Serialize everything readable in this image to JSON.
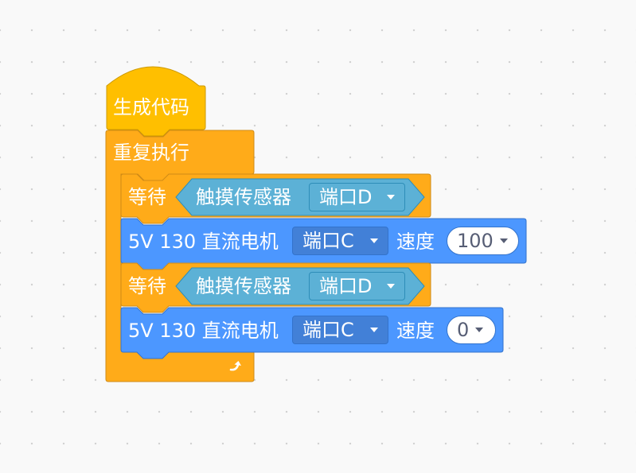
{
  "workspace": {
    "hat_block": {
      "label": "生成代码"
    },
    "repeat_block": {
      "label": "重复执行"
    },
    "wait_block_1": {
      "label": "等待",
      "sensor": {
        "label": "触摸传感器",
        "port": "端口D"
      }
    },
    "motor_block_1": {
      "label": "5V 130 直流电机",
      "port": "端口C",
      "speed_label": "速度",
      "speed_value": "100"
    },
    "wait_block_2": {
      "label": "等待",
      "sensor": {
        "label": "触摸传感器",
        "port": "端口D"
      }
    },
    "motor_block_2": {
      "label": "5V 130 直流电机",
      "port": "端口C",
      "speed_label": "速度",
      "speed_value": "0"
    }
  },
  "colors": {
    "event": "#ffbf00",
    "control": "#ffab19",
    "motor": "#4c97ff",
    "sensor": "#5cb1d6",
    "background": "#f9f9f9"
  },
  "icons": {
    "loop_arrow": "repeat-arrow-icon",
    "dropdown": "caret-down-icon"
  }
}
